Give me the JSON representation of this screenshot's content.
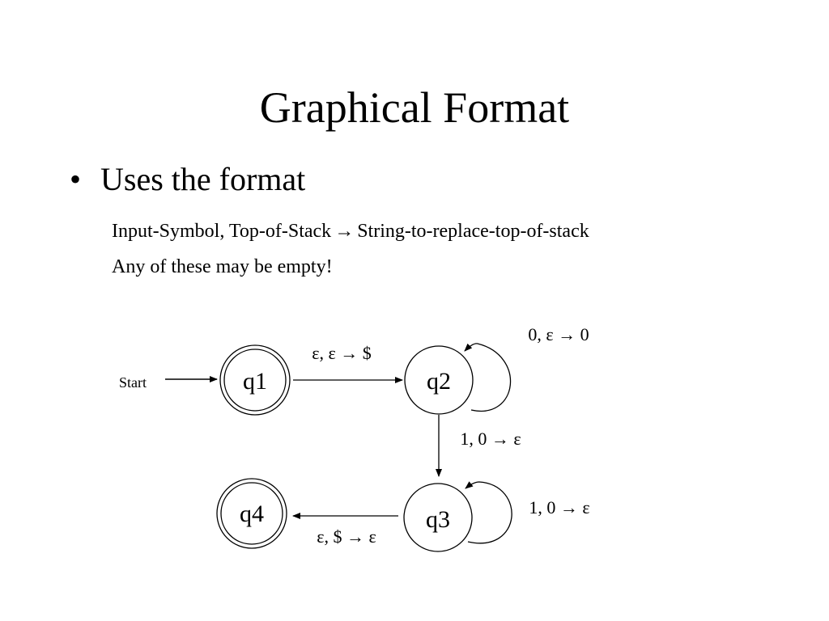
{
  "slide": {
    "title": "Graphical Format",
    "bullet": "Uses the format",
    "line1": {
      "left": "Input-Symbol, Top-of-Stack",
      "arrow": "→",
      "right": "String-to-replace-top-of-stack"
    },
    "line2": "Any of these may be empty!"
  },
  "diagram": {
    "start_label": "Start",
    "states": [
      {
        "id": "q1",
        "label": "q1",
        "accepting": true
      },
      {
        "id": "q2",
        "label": "q2",
        "accepting": false
      },
      {
        "id": "q3",
        "label": "q3",
        "accepting": false
      },
      {
        "id": "q4",
        "label": "q4",
        "accepting": true
      }
    ],
    "transitions": [
      {
        "from": "q1",
        "to": "q2",
        "label": "ε, ε → $"
      },
      {
        "from": "q2",
        "to": "q2",
        "label": "0, ε → 0"
      },
      {
        "from": "q2",
        "to": "q3",
        "label": "1, 0 → ε"
      },
      {
        "from": "q3",
        "to": "q3",
        "label": "1, 0 → ε"
      },
      {
        "from": "q3",
        "to": "q4",
        "label": "ε, $ → ε"
      }
    ]
  }
}
